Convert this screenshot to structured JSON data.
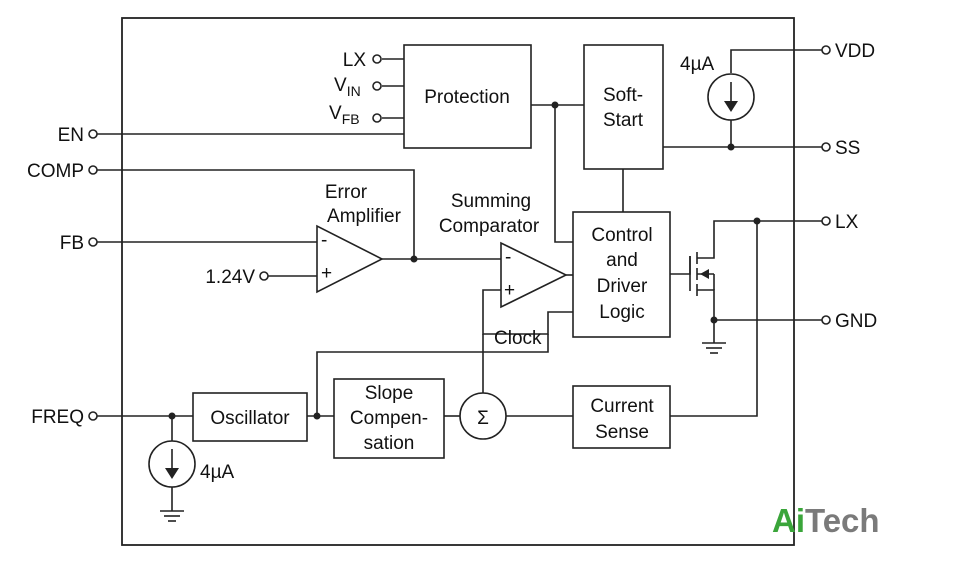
{
  "pins": {
    "lx_in": "LX",
    "vin": "V",
    "vin_sub": "IN",
    "vfb": "V",
    "vfb_sub": "FB",
    "en": "EN",
    "comp": "COMP",
    "fb": "FB",
    "ref": "1.24V",
    "freq": "FREQ",
    "vdd": "VDD",
    "ss": "SS",
    "lx_out": "LX",
    "gnd": "GND"
  },
  "blocks": {
    "protection": "Protection",
    "soft_start_1": "Soft-",
    "soft_start_2": "Start",
    "control_1": "Control",
    "control_2": "and",
    "control_3": "Driver",
    "control_4": "Logic",
    "oscillator": "Oscillator",
    "slope_1": "Slope",
    "slope_2": "Compen-",
    "slope_3": "sation",
    "current_1": "Current",
    "current_2": "Sense"
  },
  "labels": {
    "error_amp_1": "Error",
    "error_amp_2": "Amplifier",
    "summing_1": "Summing",
    "summing_2": "Comparator",
    "clock": "Clock",
    "source_top": "4µA",
    "source_bottom": "4µA",
    "minus_1": "-",
    "plus_1": "+",
    "minus_2": "-",
    "plus_2": "+",
    "sigma": "Σ"
  },
  "watermark": {
    "part1": "Ai",
    "part2": "Tech",
    "color1": "#3aa53a",
    "color2": "#7a7a7a"
  }
}
